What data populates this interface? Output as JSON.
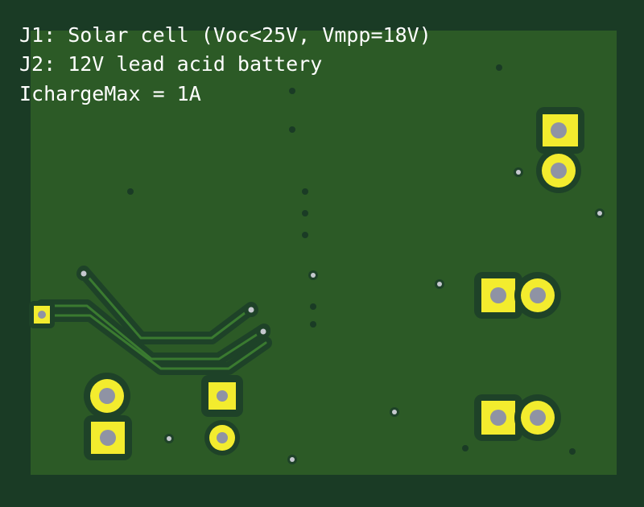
{
  "silkscreen": {
    "line1": "J1: Solar cell (Voc<25V, Vmpp=18V)",
    "line2": "J2: 12V lead acid battery",
    "line3": "IchargeMax = 1A"
  },
  "colors": {
    "background": "#1a3b25",
    "copper_pour": "#2c5a26",
    "trace": "#2e6a2a",
    "pad_clearance": "#1e4228",
    "pad": "#f3ec2e",
    "drill": "#8f93a4",
    "silkscreen": "#ffffff"
  }
}
